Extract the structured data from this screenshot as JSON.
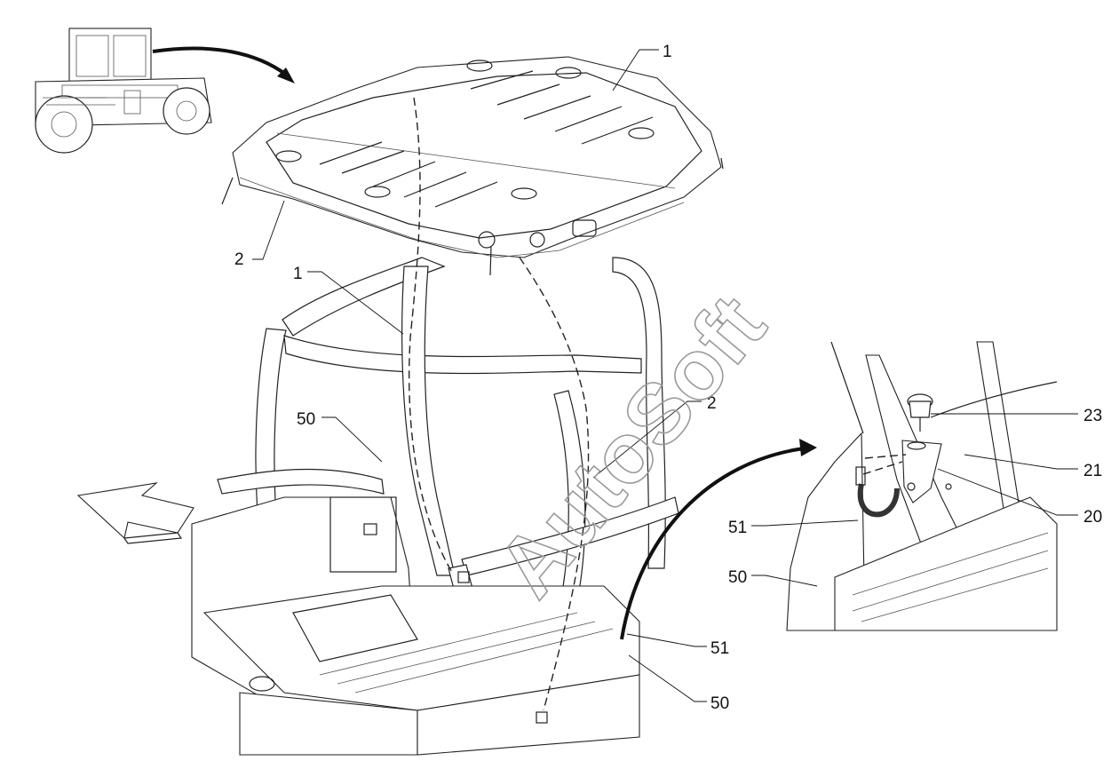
{
  "watermark": "AutoSoft",
  "callouts": [
    {
      "id": "c1-top",
      "label": "1"
    },
    {
      "id": "c2-left",
      "label": "2"
    },
    {
      "id": "c1-mid",
      "label": "1"
    },
    {
      "id": "c50-left",
      "label": "50"
    },
    {
      "id": "c2-right",
      "label": "2"
    },
    {
      "id": "c51-bottom",
      "label": "51"
    },
    {
      "id": "c50-bottom",
      "label": "50"
    },
    {
      "id": "c23",
      "label": "23"
    },
    {
      "id": "c21",
      "label": "21"
    },
    {
      "id": "c20",
      "label": "20"
    },
    {
      "id": "c51-detail",
      "label": "51"
    },
    {
      "id": "c50-detail",
      "label": "50"
    }
  ]
}
